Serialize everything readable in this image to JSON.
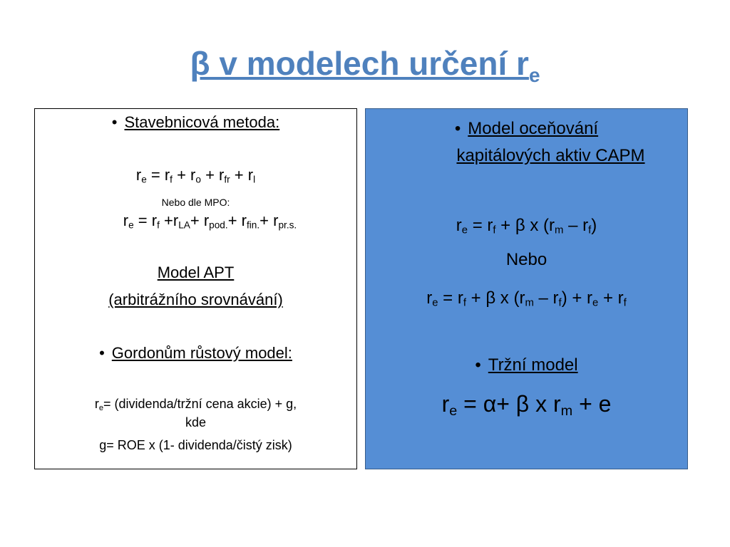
{
  "title": {
    "text": "β v modelech určení r",
    "sub": "e"
  },
  "left": {
    "bullet": "•",
    "stavebnicova": "Stavebnicová metoda:",
    "formula1": {
      "r": "r",
      "e_sub": "e",
      "eq": " = r",
      "f_sub": "f",
      "p1": " + r",
      "o_sub": "o",
      "p2": " + r",
      "fr_sub": "fr",
      "p3": "  + r",
      "l_sub": "l"
    },
    "nebo_mpo": "Nebo dle MPO:",
    "formula2": {
      "r": "r",
      "e_sub": "e",
      "eq": " = r",
      "f_sub": "f",
      "p1": " +r",
      "la_sub": "LA",
      "p2": "+ r",
      "pod_sub": "pod.",
      "p3": "+ r",
      "fin_sub": "fin.",
      "p4": "+ r",
      "prs_sub": "pr.s."
    },
    "apt_line1": "Model APT",
    "apt_line2": "(arbitrážního srovnávání)",
    "gordon": "Gordonům růstový model:",
    "gordon_formula": {
      "r": "r",
      "e_sub": "e",
      "rest": "= (dividenda/tržní cena akcie) + g,",
      "line2": "kde"
    },
    "g_formula": "g= ROE x (1- dividenda/čistý zisk)"
  },
  "right": {
    "bullet": "•",
    "capm_line1": "Model oceňování",
    "capm_line2": "kapitálových aktiv CAPM",
    "capm_formula": {
      "r": "r",
      "e_sub": "e",
      "eq": " =  r",
      "f_sub": "f",
      "p1": " + β x (r",
      "m_sub": "m",
      "p2": " – r",
      "f2_sub": "f",
      "p3": ")"
    },
    "nebo": "Nebo",
    "capm_formula2": {
      "r": "r",
      "e_sub": "e",
      "eq": " =  r",
      "f_sub": "f",
      "p1": " + β x (r",
      "m_sub": "m",
      "p2": " – r",
      "f2_sub": "f",
      "p3": ") + r",
      "e2_sub": "e",
      "p4": " + r",
      "f3_sub": "f"
    },
    "trzni": "Tržní model",
    "market_formula": {
      "r": "r",
      "e_sub": "e",
      "p1": " = α+ β x r",
      "m_sub": "m",
      "p2": " + e"
    }
  },
  "colors": {
    "title": "#4f81bd",
    "right_box_bg": "#558ed5"
  }
}
